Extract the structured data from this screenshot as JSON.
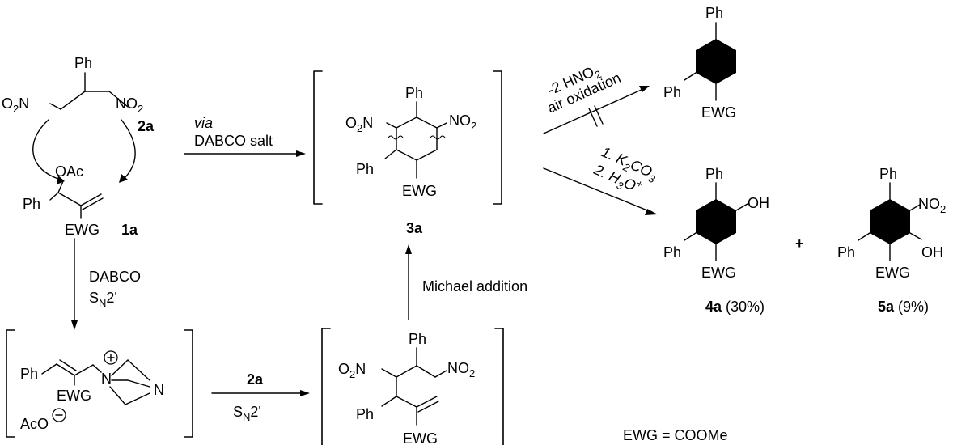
{
  "labels": {
    "ph": "Ph",
    "o2n": "O",
    "o2n_sub": "2",
    "o2n_n": "N",
    "no2": "NO",
    "no2_sub": "2",
    "oac": "OAc",
    "ewg": "EWG",
    "oh": "OH",
    "n": "N",
    "aco": "AcO",
    "plus": "+"
  },
  "compounds": {
    "c2a": "2a",
    "c1a": "1a",
    "c3a": "3a",
    "c4a": "4a",
    "c4a_yield": " (30%)",
    "c5a": "5a",
    "c5a_yield": " (9%)"
  },
  "arrows": {
    "via": "via",
    "dabco_salt": "DABCO salt",
    "hno2_prefix": "-2 HNO",
    "hno2_sub": "2",
    "air_oxidation": "air oxidation",
    "k2co3_prefix": "1. K",
    "k2co3_sub1": "2",
    "k2co3_mid": "CO",
    "k2co3_sub2": "3",
    "h3o_prefix": "2. H",
    "h3o_sub": "3",
    "h3o_suffix": "O",
    "h3o_sup": "+",
    "dabco": "DABCO",
    "sn2_s": "S",
    "sn2_sub": "N",
    "sn2_tail": "2'",
    "reagent_2a": "2a",
    "michael": "Michael addition"
  },
  "footnote": "EWG = COOMe"
}
